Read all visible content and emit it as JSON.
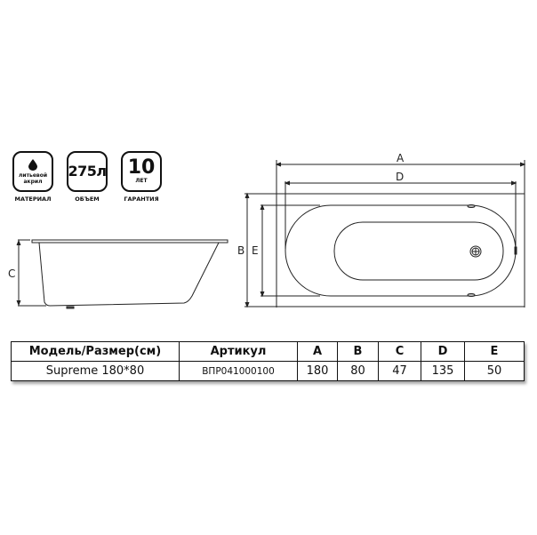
{
  "badges": [
    {
      "id": "material",
      "icon": "drop-icon",
      "text": "литьевой акрил",
      "caption": "МАТЕРИАЛ"
    },
    {
      "id": "volume",
      "value": "275л",
      "caption": "ОБЪЕМ"
    },
    {
      "id": "warranty",
      "value": "10",
      "sub": "ЛЕТ",
      "caption": "ГАРАНТИЯ"
    }
  ],
  "side_view": {
    "dimension_label": "C"
  },
  "plan_view": {
    "labels": {
      "A": "A",
      "B": "B",
      "D": "D",
      "E": "E"
    }
  },
  "table": {
    "headers": [
      "Модель/Размер(см)",
      "Артикул",
      "A",
      "B",
      "C",
      "D",
      "E"
    ],
    "rows": [
      [
        "Supreme 180*80",
        "ВПР041000100",
        "180",
        "80",
        "47",
        "135",
        "50"
      ]
    ]
  },
  "colors": {
    "line": "#111111",
    "background": "#ffffff"
  }
}
